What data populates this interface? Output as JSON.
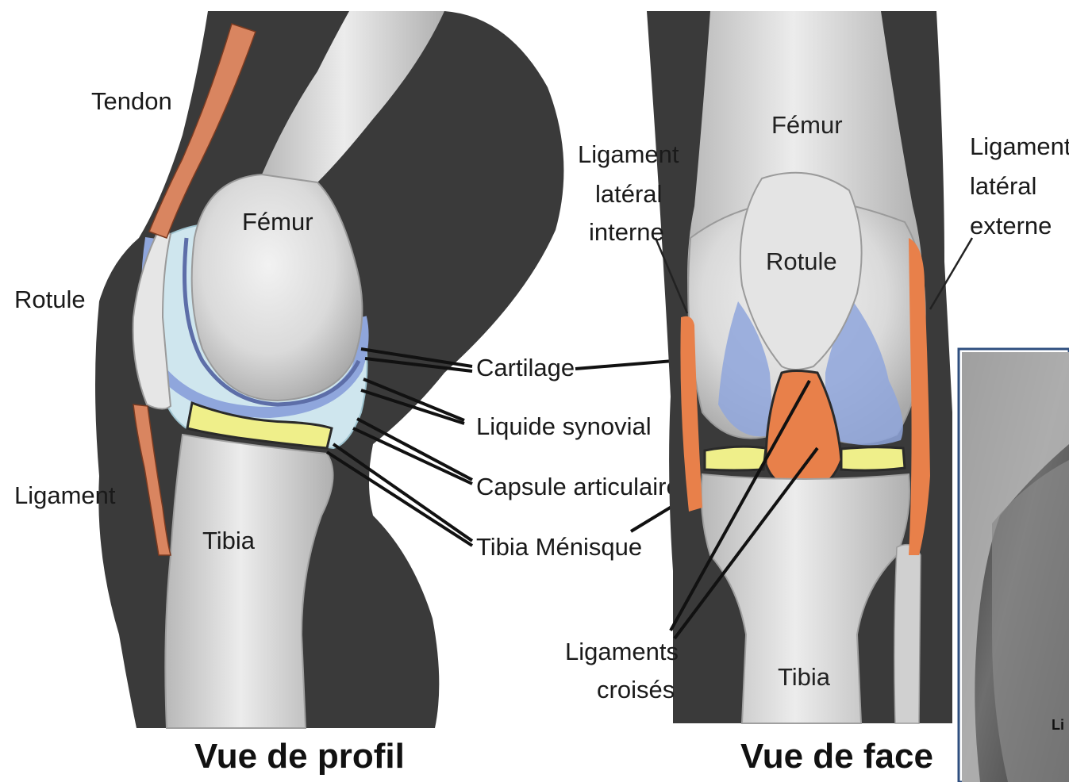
{
  "side_view": {
    "tendon": "Tendon",
    "rotule": "Rotule",
    "ligament": "Ligament",
    "femur": "Fémur",
    "tibia": "Tibia",
    "caption": "Vue de profil"
  },
  "center_labels": {
    "cartilage": "Cartilage",
    "liquide": "Liquide synovial",
    "capsule": "Capsule articulaire",
    "tibia_menisque": "Tibia Ménisque"
  },
  "front_view": {
    "lig_int_1": "Ligament",
    "lig_int_2": "latéral",
    "lig_int_3": "interne",
    "lig_ext_1": "Ligament",
    "lig_ext_2": "latéral",
    "lig_ext_3": "externe",
    "femur": "Fémur",
    "rotule": "Rotule",
    "tibia": "Tibia",
    "croises_1": "Ligaments",
    "croises_2": "croisés",
    "caption": "Vue de face"
  },
  "mri_inset": {
    "partial_label": "Li"
  },
  "colors": {
    "skin_dark": "#3a3a3a",
    "bone": "#dcdcdc",
    "cartilage_blue": "#8fa6dc",
    "capsule_lightblue": "#cfe6ee",
    "meniscus_yellow": "#efef8a",
    "ligament_orange": "#e8804a",
    "tendon_orange": "#d98560"
  }
}
